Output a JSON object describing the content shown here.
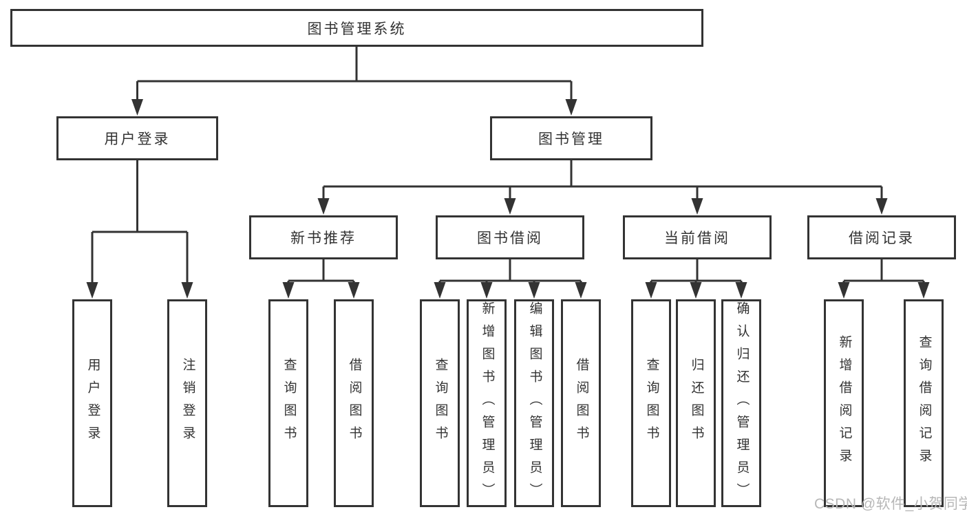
{
  "diagram": {
    "root": {
      "label": "图书管理系统"
    },
    "level2": [
      {
        "label": "用户登录",
        "children": [
          {
            "label": "用户登录"
          },
          {
            "label": "注销登录"
          }
        ]
      },
      {
        "label": "图书管理",
        "children": [
          {
            "label": "新书推荐",
            "children": [
              {
                "label": "查询图书"
              },
              {
                "label": "借阅图书"
              }
            ]
          },
          {
            "label": "图书借阅",
            "children": [
              {
                "label": "查询图书"
              },
              {
                "label": "新增图书（管理员）"
              },
              {
                "label": "编辑图书（管理员）"
              },
              {
                "label": "借阅图书"
              }
            ]
          },
          {
            "label": "当前借阅",
            "children": [
              {
                "label": "查询图书"
              },
              {
                "label": "归还图书"
              },
              {
                "label": "确认归还（管理员）"
              }
            ]
          },
          {
            "label": "借阅记录",
            "children": [
              {
                "label": "新增借阅记录"
              },
              {
                "label": "查询借阅记录"
              }
            ]
          }
        ]
      }
    ]
  },
  "watermark": {
    "text": "CSDN @软件_小贺同学"
  },
  "colors": {
    "line": "#333333",
    "box_border": "#333333",
    "box_bg": "#ffffff",
    "text": "#333333",
    "watermark": "#b7b7b7"
  }
}
